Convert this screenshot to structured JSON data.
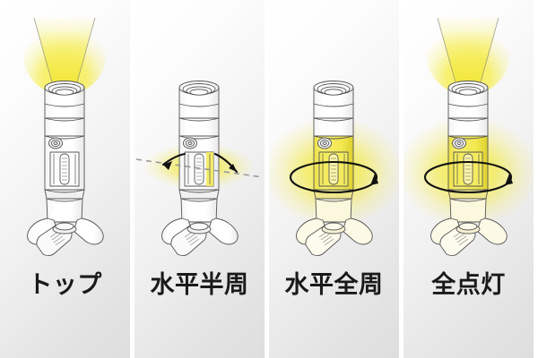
{
  "figure": {
    "title": "Flashlight lighting mode comparison",
    "panel_count": 4,
    "background_gradient_from": "#ffffff",
    "background_gradient_to": "#dedede",
    "separator_color": "#ffffff",
    "label_color": "#1a1a1a",
    "glow_color": "#f5ec3d",
    "glow_core_color": "#faf6a0",
    "body_outline_color": "#4a4a4a",
    "body_fill_color": "#ffffff",
    "arrow_color": "#111111",
    "dashed_line_color": "#9a9a9a"
  },
  "panels": [
    {
      "id": "top",
      "label": "トップ",
      "mode": "top-beam",
      "beam_top": true,
      "side_glow": "none",
      "rotation_indicator": "none"
    },
    {
      "id": "horizontal-half",
      "label": "水平半周",
      "mode": "horizontal-half",
      "beam_top": false,
      "side_glow": "half",
      "rotation_indicator": "dashed-line-two-arrows"
    },
    {
      "id": "horizontal-full",
      "label": "水平全周",
      "mode": "horizontal-full",
      "beam_top": false,
      "side_glow": "full",
      "rotation_indicator": "full-ellipse-arrow"
    },
    {
      "id": "all-on",
      "label": "全点灯",
      "mode": "all-on",
      "beam_top": true,
      "side_glow": "full",
      "rotation_indicator": "full-ellipse-arrow"
    }
  ]
}
